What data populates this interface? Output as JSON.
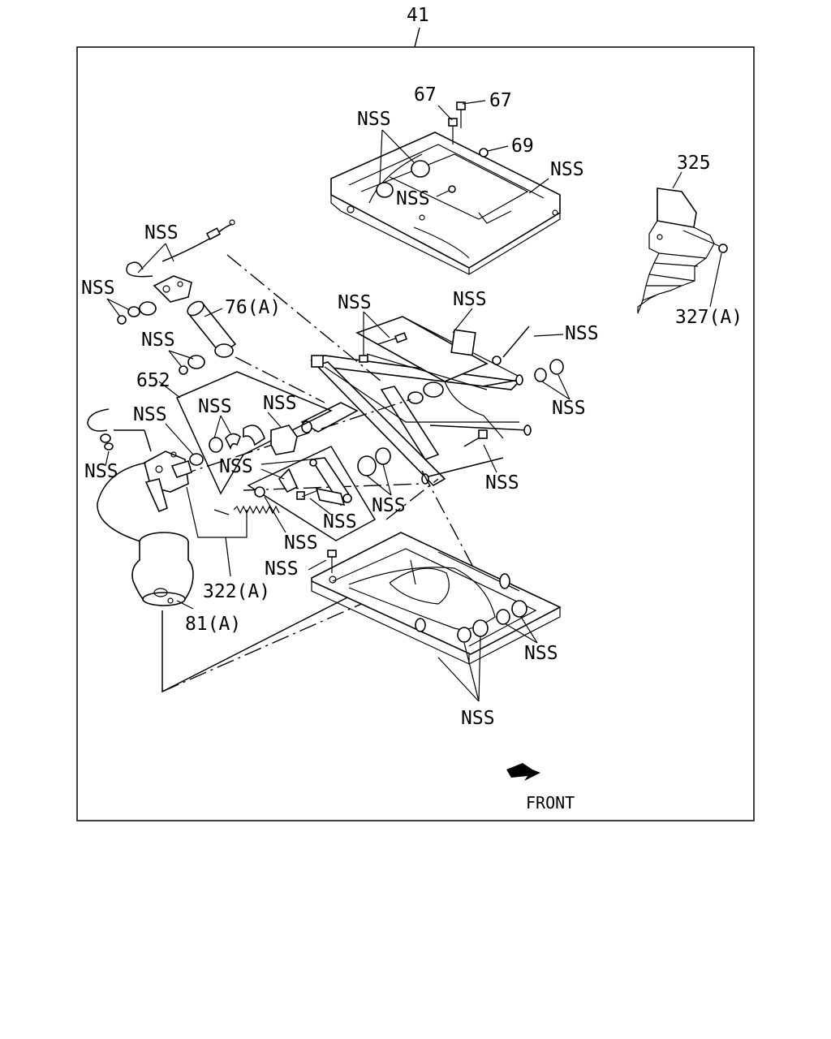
{
  "callouts": {
    "assembly": "41",
    "c67a": "67",
    "c67b": "67",
    "c69": "69",
    "c325": "325",
    "c327": "327(A)",
    "c76": "76(A)",
    "c652": "652",
    "c322": "322(A)",
    "c81": "81(A)",
    "nss": "NSS"
  },
  "direction": {
    "label": "FRONT"
  }
}
